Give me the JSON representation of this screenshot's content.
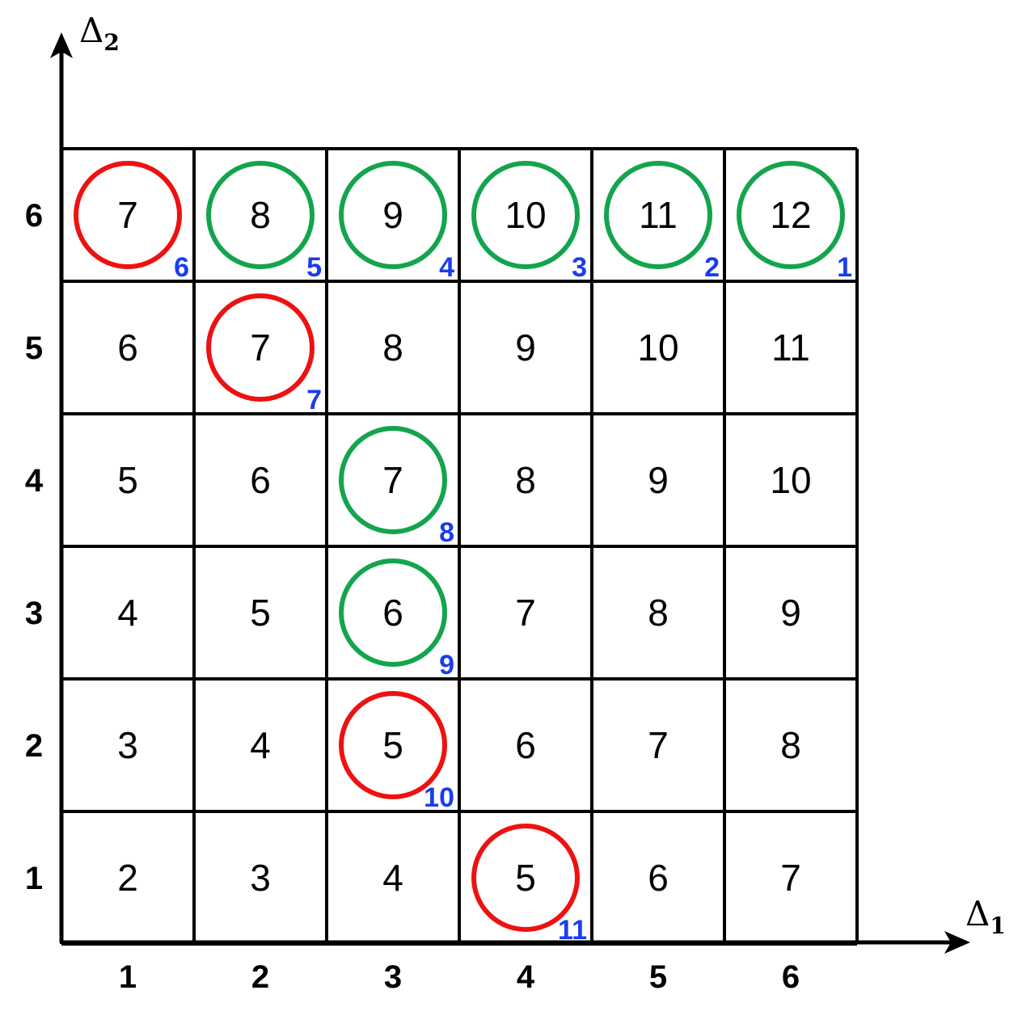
{
  "axes": {
    "x": {
      "symbol": "Δ",
      "subscript": "1"
    },
    "y": {
      "symbol": "Δ",
      "subscript": "2"
    }
  },
  "x_ticks": [
    "1",
    "2",
    "3",
    "4",
    "5",
    "6"
  ],
  "y_ticks": [
    "1",
    "2",
    "3",
    "4",
    "5",
    "6"
  ],
  "grid": {
    "rows": 6,
    "cols": 6,
    "values": [
      [
        "2",
        "3",
        "4",
        "5",
        "6",
        "7"
      ],
      [
        "3",
        "4",
        "5",
        "6",
        "7",
        "8"
      ],
      [
        "4",
        "5",
        "6",
        "7",
        "8",
        "9"
      ],
      [
        "5",
        "6",
        "7",
        "8",
        "9",
        "10"
      ],
      [
        "6",
        "7",
        "8",
        "9",
        "10",
        "11"
      ],
      [
        "7",
        "8",
        "9",
        "10",
        "11",
        "12"
      ]
    ]
  },
  "marks": [
    {
      "col": 6,
      "row": 6,
      "color": "green",
      "order": "1"
    },
    {
      "col": 5,
      "row": 6,
      "color": "green",
      "order": "2"
    },
    {
      "col": 4,
      "row": 6,
      "color": "green",
      "order": "3"
    },
    {
      "col": 3,
      "row": 6,
      "color": "green",
      "order": "4"
    },
    {
      "col": 2,
      "row": 6,
      "color": "green",
      "order": "5"
    },
    {
      "col": 1,
      "row": 6,
      "color": "red",
      "order": "6"
    },
    {
      "col": 2,
      "row": 5,
      "color": "red",
      "order": "7"
    },
    {
      "col": 3,
      "row": 4,
      "color": "green",
      "order": "8"
    },
    {
      "col": 3,
      "row": 3,
      "color": "green",
      "order": "9"
    },
    {
      "col": 3,
      "row": 2,
      "color": "red",
      "order": "10"
    },
    {
      "col": 4,
      "row": 1,
      "color": "red",
      "order": "11"
    }
  ],
  "colors": {
    "red": "#ee1111",
    "green": "#14a44d",
    "order": "#1a3cf0",
    "line": "#000000"
  }
}
